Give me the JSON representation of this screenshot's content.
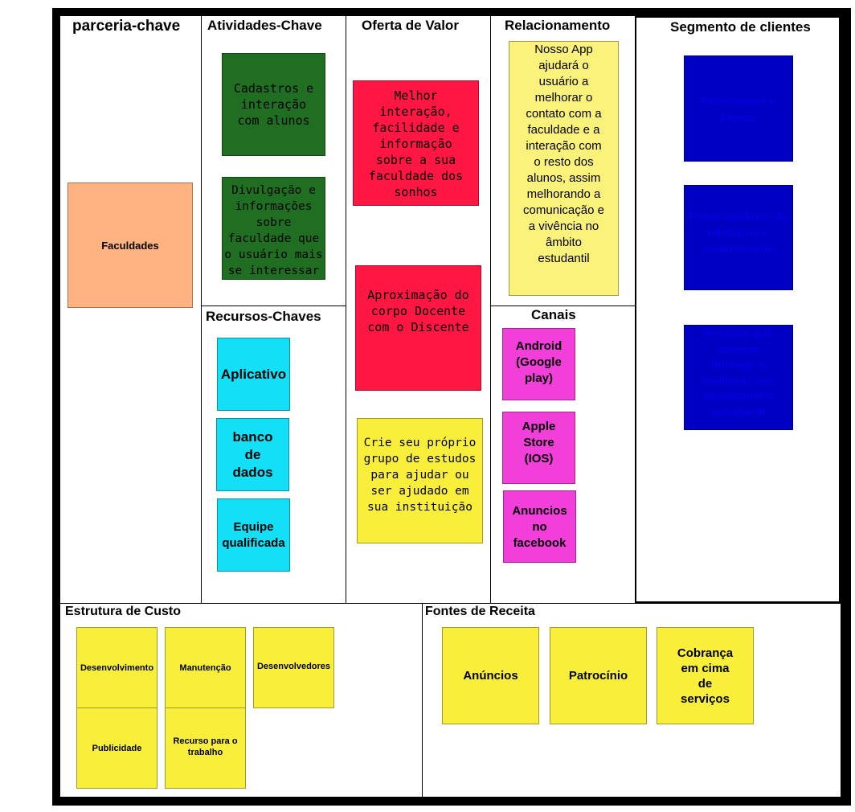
{
  "sections": {
    "parceria": "parceria-chave",
    "atividades": "Atividades-Chave",
    "oferta": "Oferta de Valor",
    "relacionamento": "Relacionamento",
    "segmento": "Segmento de clientes",
    "recursos": "Recursos-Chaves",
    "canais": "Canais",
    "custo": "Estrutura de Custo",
    "receita": "Fontes de Receita"
  },
  "notes": {
    "faculdades": "Faculdades",
    "atividade_1": "Cadastros e interação com alunos",
    "atividade_2": "Divulgação e informações sobre faculdade que o usuário mais se interessar",
    "recurso_1": "Aplicativo",
    "recurso_2": "banco de dados",
    "recurso_3": "Equipe qualificada",
    "oferta_1": "Melhor interação, facilidade e informação sobre a sua faculdade dos sonhos",
    "oferta_2": "Aproximação do corpo Docente com o Discente",
    "oferta_3": "Crie seu próprio grupo de estudos para ajudar ou ser ajudado em sua instituição",
    "relacionamento_1": "Nosso App ajudará o usuário a melhorar o contato com a faculdade e a interação com o resto dos alunos, assim melhorando a comunicação e a vivência no âmbito estudantil",
    "canal_1": "Android (Google play)",
    "canal_2": "Apple Store (IOS)",
    "canal_3": "Anuncios no facebook",
    "segmento_1": "Professores e Alunos",
    "segmento_2": "Patrocinadores da educação e comunicação",
    "segmento_3": "Pessoas que querem interagir e melhoras seu desempenho estudantil",
    "custo_1": "Desenvolvimento",
    "custo_2": "Manutenção",
    "custo_3": "Desenvolvedores",
    "custo_4": "Publicidade",
    "custo_5": "Recurso para o trabalho",
    "receita_1": "Anúncios",
    "receita_2": "Patrocínio",
    "receita_3": "Cobrança em cima de serviços"
  },
  "colors": {
    "peach": "#ffb380",
    "green": "#1f6e21",
    "red": "#ff1744",
    "yellow": "#f9ef3b",
    "cyan": "#13dff7",
    "magenta": "#f23fda",
    "blue": "#0000c4"
  }
}
